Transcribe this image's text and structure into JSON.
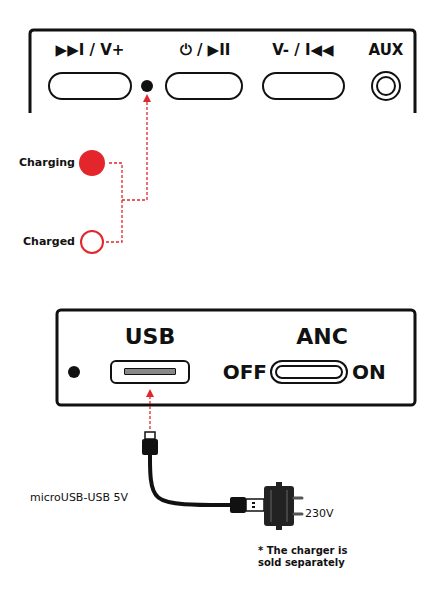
{
  "diagram": {
    "nodes": [
      {
        "text": [
          "▶▶I / V+"
        ]
      },
      {
        "text": [
          "⏻ / ▶II"
        ]
      },
      {
        "text": [
          "V- / I◀◀"
        ]
      },
      {
        "text": [
          "AUX"
        ]
      },
      {
        "text": [
          "USB"
        ]
      },
      {
        "text": [
          "ANC",
          "OFF",
          "ON"
        ]
      },
      {
        "text": [
          "Charging"
        ]
      },
      {
        "text": [
          "Charged"
        ]
      }
    ],
    "labels": [
      "microUSB-USB 5V",
      "230V",
      "* The charger is sold separately"
    ]
  }
}
